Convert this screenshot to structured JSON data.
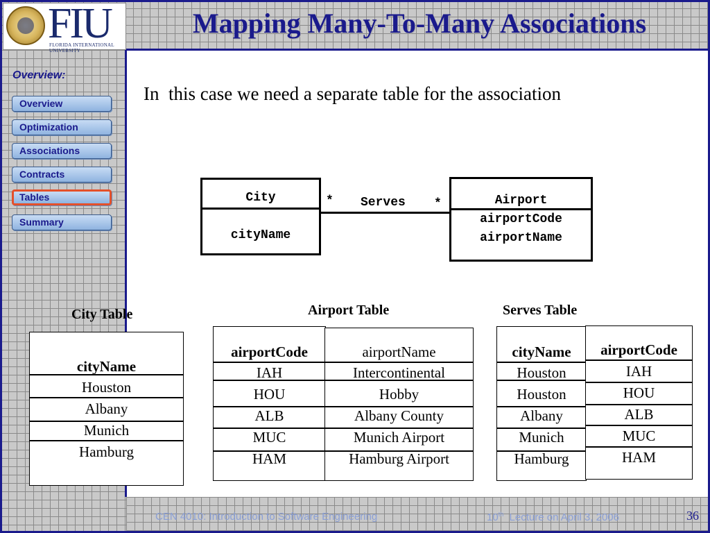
{
  "slide": {
    "title": "Mapping Many-To-Many Associations",
    "logo": {
      "text": "FIU",
      "subtitle": "FLORIDA INTERNATIONAL UNIVERSITY"
    },
    "intro": "In  this case we need a separate table for the association"
  },
  "sidebar": {
    "heading": "Overview:",
    "items": [
      {
        "label": "Overview",
        "active": false
      },
      {
        "label": "Optimization",
        "active": false
      },
      {
        "label": "Associations",
        "active": false
      },
      {
        "label": "Contracts",
        "active": false
      },
      {
        "label": "Tables",
        "active": true
      },
      {
        "label": "Summary",
        "active": false
      }
    ]
  },
  "uml": {
    "city": {
      "name": "City",
      "attributes": [
        "cityName"
      ]
    },
    "airport": {
      "name": "Airport",
      "attributes": [
        "airportCode",
        "airportName"
      ]
    },
    "association": {
      "label": "Serves",
      "left_multiplicity": "*",
      "right_multiplicity": "*"
    }
  },
  "tables": {
    "city": {
      "caption": "City Table",
      "header": "cityName",
      "rows": [
        "Houston",
        "Albany",
        "Munich",
        "Hamburg"
      ]
    },
    "airport": {
      "caption": "Airport Table",
      "headers": [
        "airportCode",
        "airportName"
      ],
      "codes": [
        "IAH",
        "HOU",
        "ALB",
        "MUC",
        "HAM"
      ],
      "names": [
        "Intercontinental",
        "Hobby",
        "Albany County",
        "Munich Airport",
        "Hamburg Airport"
      ]
    },
    "serves": {
      "caption": "Serves Table",
      "headers": [
        "cityName",
        "airportCode"
      ],
      "cities": [
        "Houston",
        "Houston",
        "Albany",
        "Munich",
        "Hamburg"
      ],
      "codes": [
        "IAH",
        "HOU",
        "ALB",
        "MUC",
        "HAM"
      ]
    }
  },
  "footer": {
    "course": "CEN 4010: Introduction to Software Engineering",
    "lecture_num": "10",
    "lecture_sup": "th",
    "lecture_rest": "  Lecture on April 3, 2006",
    "page": "36"
  },
  "colors": {
    "frame": "#1a1a8c",
    "title": "#1a1a8c",
    "active_outline": "#e4502a",
    "footer_text": "#8a9fd6"
  }
}
